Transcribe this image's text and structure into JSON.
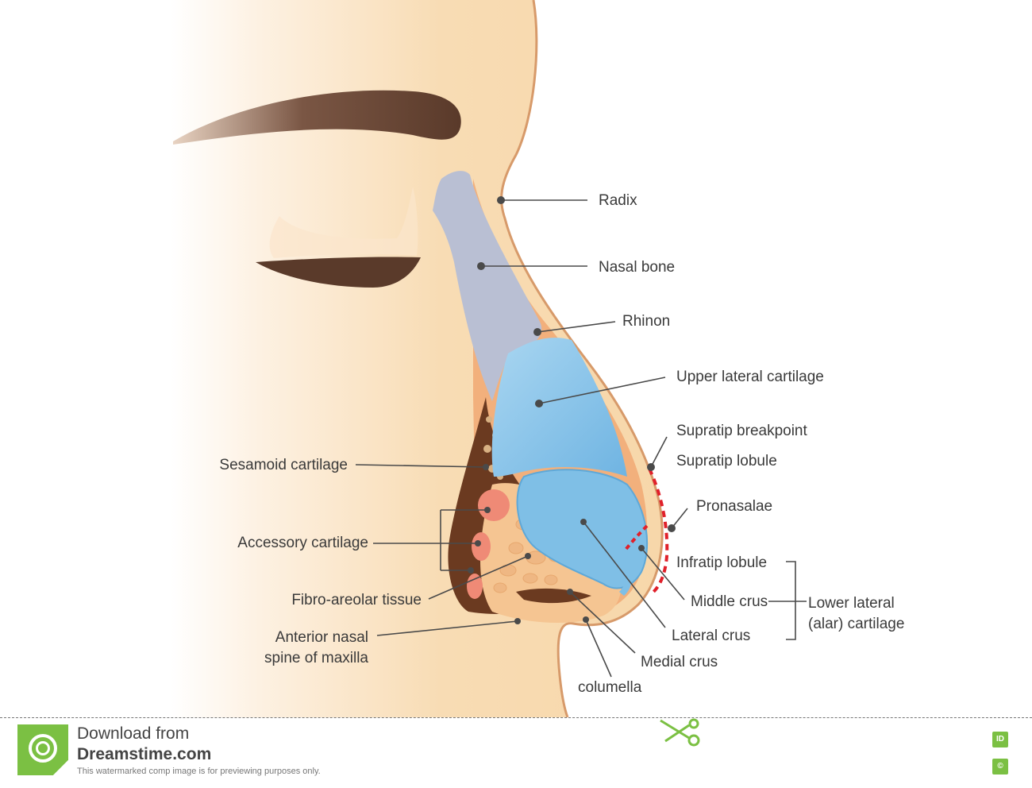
{
  "labels": {
    "radix": "Radix",
    "nasal_bone": "Nasal bone",
    "rhinon": "Rhinon",
    "upper_lateral_cartilage": "Upper lateral cartilage",
    "supratip_breakpoint": "Supratip breakpoint",
    "supratip_lobule": "Supratip lobule",
    "pronasalae": "Pronasalae",
    "infratip_lobule": "Infratip lobule",
    "middle_crus": "Middle crus",
    "lateral_crus": "Lateral crus",
    "medial_crus": "Medial crus",
    "columella": "columella",
    "lower_lateral_line1": "Lower lateral",
    "lower_lateral_line2": "(alar) cartilage",
    "sesamoid_cartilage": "Sesamoid cartilage",
    "accessory_cartilage": "Accessory cartilage",
    "fibro_areolar_tissue": "Fibro-areolar tissue",
    "anterior_nasal_line1": "Anterior nasal",
    "anterior_nasal_line2": "spine of maxilla"
  },
  "footer": {
    "download_from": "Download from",
    "site": "Dreamstime.com",
    "notice": "This watermarked comp image is for previewing purposes only.",
    "badge_id": "ID",
    "badge_copyright": "©"
  },
  "watermark_text": "dreamstime",
  "colors": {
    "skin": "#f7d7aa",
    "skin_edge": "#e9a773",
    "bone": "#b9bfd3",
    "cartilage": "#7fbfe6",
    "dark_tissue": "#6b3a20",
    "fibro": "#f5c592",
    "accessory": "#ef8a76",
    "brow": "#5a3a2a",
    "dashed_red": "#e0202a",
    "brand_green": "#7bc043"
  },
  "icons": [
    "dreamstime-logo-icon",
    "scissors-icon",
    "id-badge-icon",
    "copyright-badge-icon"
  ]
}
